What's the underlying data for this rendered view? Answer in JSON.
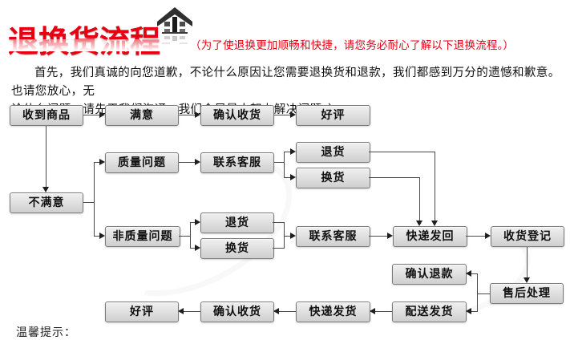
{
  "header": {
    "title": "退换货流程",
    "subtitle": "（为了使退换更加顺畅和快捷，请您务必耐心了解以下退换流程。）"
  },
  "intro": {
    "line1": "首先，我们真诚的向您道歉，不论什么原因让您需要退换货和退款，我们都感到万分的遗憾和歉意。也请您放心，无",
    "line2": "论什么问题，请先于我们沟通，我们会尽最大努力解决问题：）"
  },
  "flow": {
    "nodes": [
      {
        "id": "received",
        "label": "收到商品"
      },
      {
        "id": "satisfied",
        "label": "满意"
      },
      {
        "id": "confirm-receipt-top",
        "label": "确认收货"
      },
      {
        "id": "good-review-top",
        "label": "好评"
      },
      {
        "id": "quality-issue",
        "label": "质量问题"
      },
      {
        "id": "contact-service-1",
        "label": "联系客服"
      },
      {
        "id": "return-top",
        "label": "退货"
      },
      {
        "id": "exchange-top",
        "label": "换货"
      },
      {
        "id": "unsatisfied",
        "label": "不满意"
      },
      {
        "id": "non-quality-issue",
        "label": "非质量问题"
      },
      {
        "id": "return-bottom",
        "label": "退货"
      },
      {
        "id": "exchange-bottom",
        "label": "换货"
      },
      {
        "id": "contact-service-2",
        "label": "联系客服"
      },
      {
        "id": "express-return",
        "label": "快递发回"
      },
      {
        "id": "receipt-register",
        "label": "收货登记"
      },
      {
        "id": "confirm-refund",
        "label": "确认退款"
      },
      {
        "id": "after-sales",
        "label": "售后处理"
      },
      {
        "id": "delivery-ship",
        "label": "配送发货"
      },
      {
        "id": "express-ship",
        "label": "快递发货"
      },
      {
        "id": "confirm-receipt-bottom",
        "label": "确认收货"
      },
      {
        "id": "good-review-bottom",
        "label": "好评"
      }
    ]
  },
  "footer": {
    "tips_label": "温馨提示："
  },
  "colors": {
    "accent_red": "#e60012",
    "box_border": "#7a7a7a",
    "box_fill_top": "#f0f0f0",
    "box_fill_bottom": "#cfcfcf",
    "connector": "#4a4a4a",
    "text": "#111111"
  },
  "icons": [
    "home-icon"
  ]
}
